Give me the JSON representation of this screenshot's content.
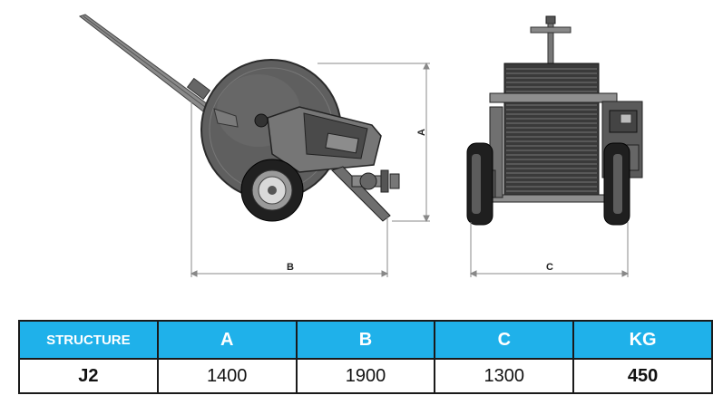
{
  "drawing": {
    "side_view": {
      "height_label": "A",
      "length_label": "B"
    },
    "rear_view": {
      "width_label": "C"
    }
  },
  "table": {
    "header_color": "#1fb1ea",
    "headers": [
      "STRUCTURE",
      "A",
      "B",
      "C",
      "KG"
    ],
    "rows": [
      [
        "J2",
        "1400",
        "1900",
        "1300",
        "450"
      ]
    ]
  }
}
